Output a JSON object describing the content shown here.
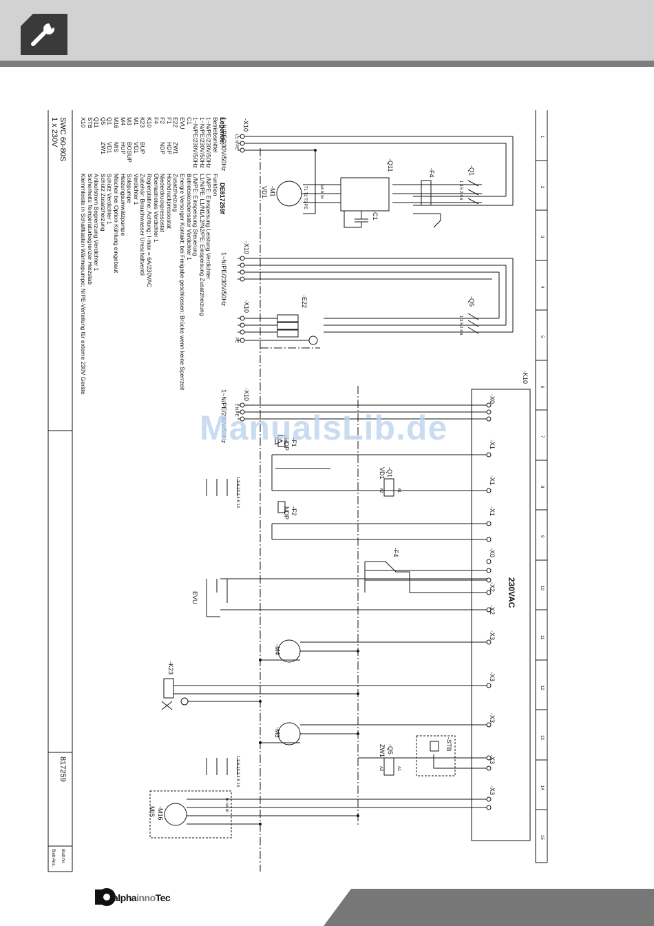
{
  "header": {
    "icon": "wrench-icon",
    "band_color": "#d2d2d2",
    "stripe_color": "#7d7d7d",
    "badge_color": "#3a3a3a"
  },
  "column_numbers": [
    "1",
    "2",
    "3",
    "4",
    "5",
    "6",
    "7",
    "8",
    "9",
    "10",
    "11",
    "12",
    "13",
    "14",
    "15"
  ],
  "supply_labels": {
    "left": "1~N/PE/230V/50Hz",
    "mid": "1~N/PE/230V/50Hz",
    "right": "1~N/PE/230V/50Hz",
    "main_voltage": "230VAC"
  },
  "terminals": {
    "x10": "-X10",
    "x10_b": "-X10",
    "x10_c": "-X10",
    "x10_d": "-X10",
    "l1n_pe": "L1 N PE",
    "l_n_pe": "L  N  PE",
    "pe": "PE",
    "x0": "-X0",
    "x0_b": "-X0",
    "x1": "-X1",
    "x1_b": "-X1",
    "x1_c": "-X1",
    "x2": "-X2",
    "x2_b": "-X2",
    "x3": "-X3",
    "x3_b": "-X3",
    "x3_c": "-X3",
    "x3_d": "-X3",
    "x3_e": "-X3"
  },
  "components": {
    "k10": "-K10",
    "q1_top": "-Q1",
    "q1_mid": "-Q1",
    "q5_top": "-Q5",
    "q5_mid": "-Q5",
    "q11": "-Q11",
    "c1": "-C1",
    "f4_top": "-F4",
    "f4_mid": "-F4",
    "e22": "-E22",
    "m1": "-M1",
    "vd1_motor": "VD1",
    "vd1_coil": "VD1",
    "f1": "-F1",
    "hdp": "HDP",
    "f2": "-F2",
    "ndp": "NDP",
    "m4": "-M4",
    "m3": "-M3",
    "m16": "-M16",
    "mis": "MIS",
    "k23": "-K23",
    "stb": "-STB",
    "zw1": "ZW1",
    "evu": "EVU",
    "a1": "A1",
    "a2": "A2",
    "a1_b": "A1",
    "a2_b": "A2",
    "wire_colors_m1": "sw bl br",
    "wire_colors_m16": "br sw bl",
    "motor_terms": "T1 T2 T3 PE",
    "contact_nums": "1 3 5 2 4 6",
    "contact_nums_b": "1 3 5 2 4 6",
    "aux_nums": "1 3 5 13 2 4 6 14",
    "aux_nums_b": "1 3 5 13 2 4 6 14"
  },
  "legend": {
    "title": "Legende:",
    "code": "DE817259f",
    "col_headers": [
      "Betriebsmittel",
      "",
      "Funktion"
    ],
    "rows": [
      [
        "1~N/PE/230V/50Hz",
        "",
        "L/N/PE: Einspeisung Leistung Verdichter"
      ],
      [
        "1~N/PE/230V/50Hz",
        "",
        "L1/N/PE: L1/N1/L2/N2/PE: Einspeisung Zusatzheizung"
      ],
      [
        "1~N/PE/230V/50Hz",
        "",
        "L/N/PE: Einspeisung Steuerung"
      ],
      [
        "C1",
        "",
        "Betriebskondensator Verdichter 1"
      ],
      [
        "EVU",
        "",
        "Energie Versorger Kontakt; bei Freigabe geschlossen; Brücke wenn keine Sperrzeit"
      ],
      [
        "E22",
        "ZW1",
        "Zusatzheizung"
      ],
      [
        "F1",
        "HDP",
        "Hochdruckpressostat"
      ],
      [
        "F2",
        "NDP",
        "Niederdruckpressostat"
      ],
      [
        "F4",
        "",
        "Überlastrelais Verdichter 1"
      ],
      [
        "K10",
        "",
        "Reglerplatine; Achtung: I-max = 6A/230VAC"
      ],
      [
        "K23",
        "BUP",
        "Zubehör: Brauchwasser Umschaltventil"
      ],
      [
        "M1",
        "VD1",
        "Verdichter 1"
      ],
      [
        "M3",
        "BOSUP",
        "Solepumpe"
      ],
      [
        "M4",
        "HUP",
        "Heizungsumwälzpumpe"
      ],
      [
        "M16",
        "MIS",
        "Mischer bei Option Kühlung eingebaut"
      ],
      [
        "Q1",
        "VD1",
        "Schütz Verdichter 1"
      ],
      [
        "Q5",
        "ZW1",
        "Schütz Zusatzheizung"
      ],
      [
        "Q11",
        "",
        "Anlaufstrom Begrenzung Verdichter 1"
      ],
      [
        "STB",
        "",
        "Sicherheits Temperaturbegrenzer Heizstab"
      ],
      [
        "X10",
        "",
        "Klemmleiste in Schaltkasten Wärmepumpe; N/PE-Verteilung für externe 230V Geräte"
      ]
    ]
  },
  "title_block": {
    "model": "SWC 60-80S",
    "supply": "1 x 230V",
    "drawing_no": "817259",
    "sheet_label": "Blatt-Nr.",
    "sheet_sub": "Blatt-Anz."
  },
  "watermark": "ManualsLib.de",
  "brand": {
    "part1": "alpha",
    "part2": "inno",
    "part3": "Tec"
  }
}
